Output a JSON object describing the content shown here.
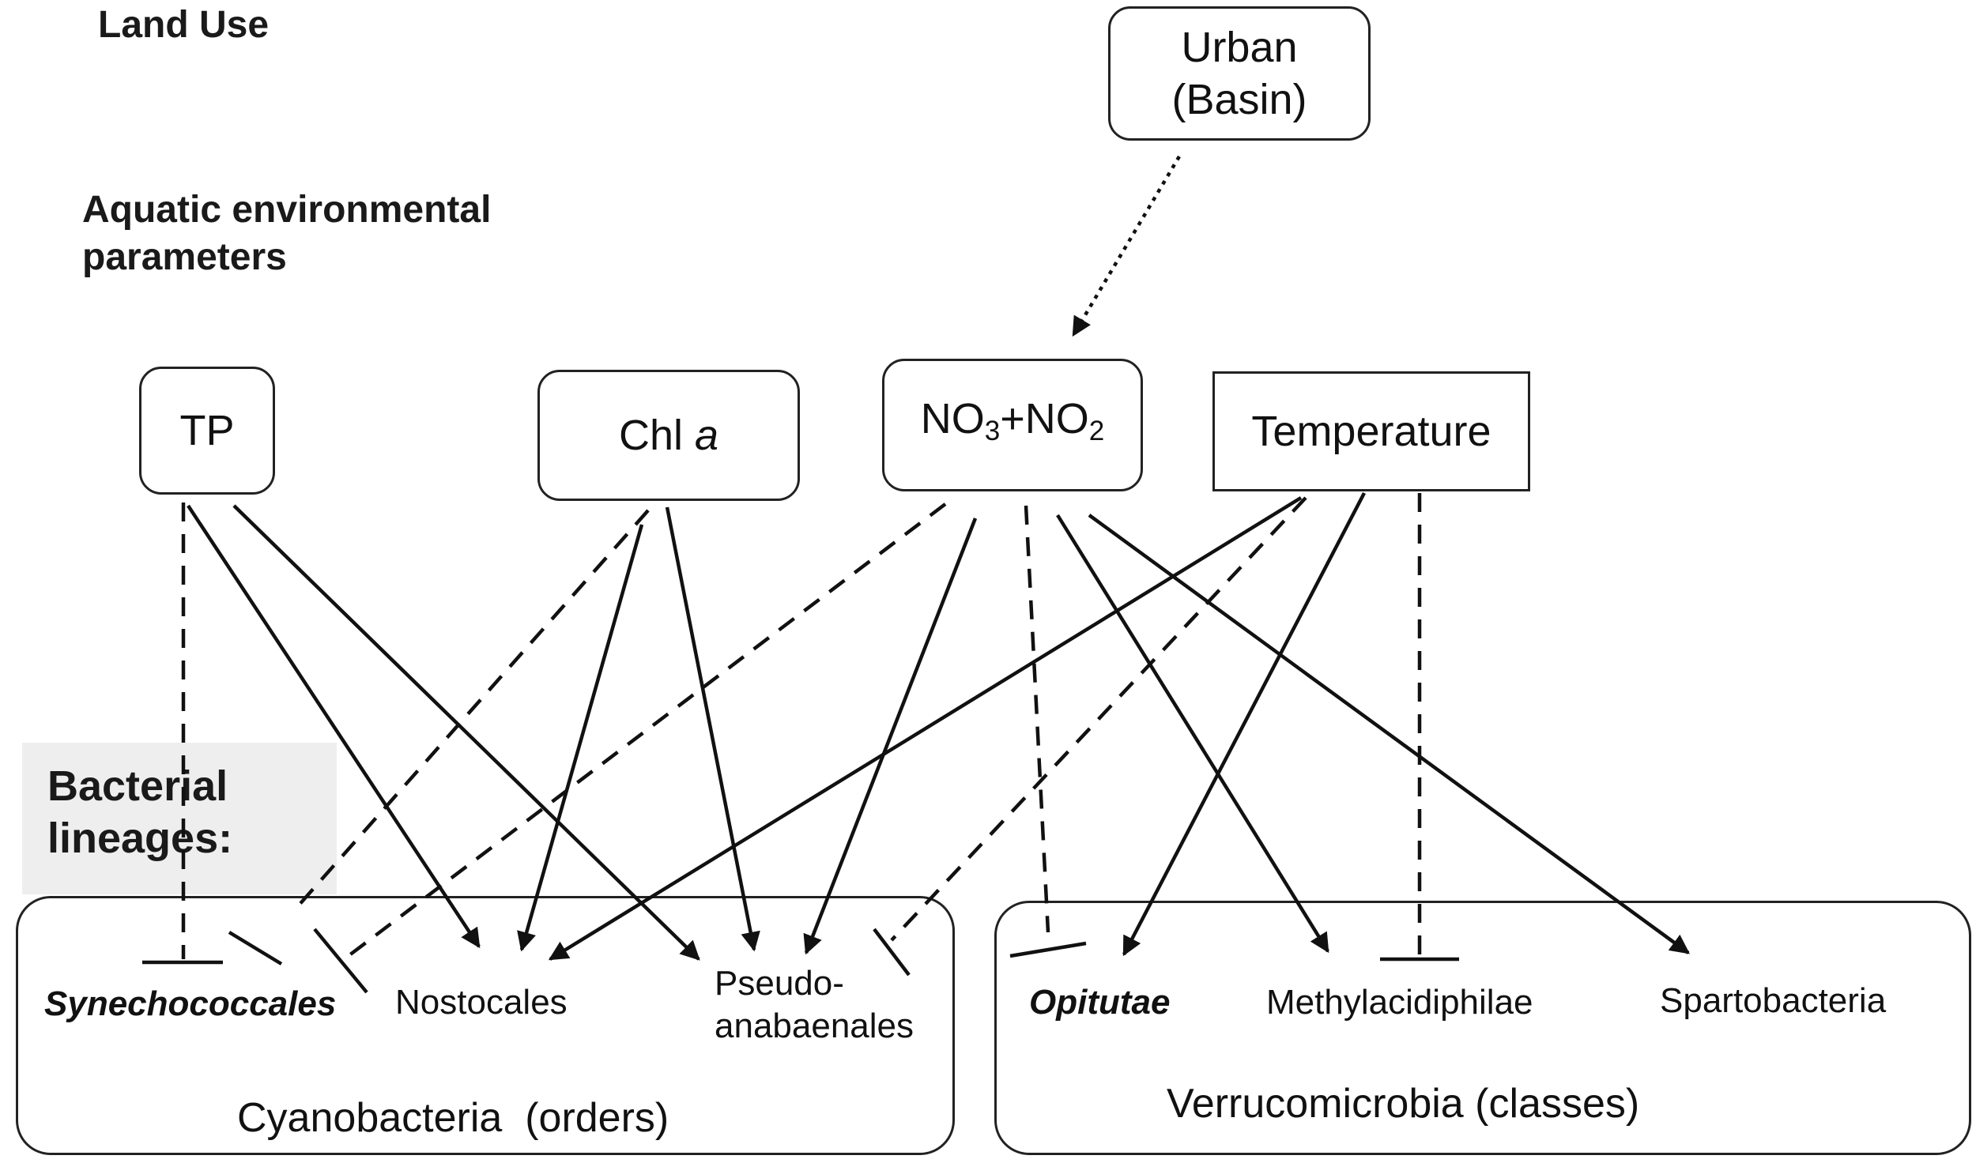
{
  "headings": {
    "land_use": "Land Use",
    "aquatic_line1": "Aquatic environmental",
    "aquatic_line2": "parameters",
    "bacterial_line1": "Bacterial",
    "bacterial_line2": "lineages:"
  },
  "land_use_node": {
    "line1": "Urban",
    "line2": "(Basin)"
  },
  "parameters": {
    "tp": "TP",
    "chl": "Chl ",
    "chl_italic": "a",
    "no3_a": "NO",
    "no3_sub1": "3",
    "no3_b": "+NO",
    "no3_sub2": "2",
    "temperature": "Temperature"
  },
  "cyanobacteria": {
    "group_label": "Cyanobacteria  (orders)",
    "synechococcales": "Synechococcales",
    "nostocales": "Nostocales",
    "pseudo_line1": "Pseudo-",
    "pseudo_line2": "anabaenales"
  },
  "verrucomicrobia": {
    "group_label": "Verrucomicrobia (classes)",
    "opitutae": "Opitutae",
    "methylacidiphilae": "Methylacidiphilae",
    "spartobacteria": "Spartobacteria"
  },
  "relationships": [
    {
      "from": "Urban (Basin)",
      "to": "NO3+NO2",
      "style": "dotted",
      "end": "arrow"
    },
    {
      "from": "TP",
      "to": "Synechococcales",
      "style": "dashed",
      "end": "bar"
    },
    {
      "from": "TP",
      "to": "Nostocales",
      "style": "solid",
      "end": "arrow"
    },
    {
      "from": "TP",
      "to": "Pseudo-anabaenales",
      "style": "solid",
      "end": "arrow"
    },
    {
      "from": "Chl a",
      "to": "Synechococcales",
      "style": "dashed",
      "end": "bar"
    },
    {
      "from": "Chl a",
      "to": "Nostocales",
      "style": "solid",
      "end": "arrow"
    },
    {
      "from": "Chl a",
      "to": "Pseudo-anabaenales",
      "style": "solid",
      "end": "arrow"
    },
    {
      "from": "NO3+NO2",
      "to": "Synechococcales",
      "style": "dashed",
      "end": "bar"
    },
    {
      "from": "NO3+NO2",
      "to": "Pseudo-anabaenales",
      "style": "solid",
      "end": "arrow"
    },
    {
      "from": "NO3+NO2",
      "to": "Opitutae",
      "style": "dashed",
      "end": "bar"
    },
    {
      "from": "NO3+NO2",
      "to": "Methylacidiphilae",
      "style": "solid",
      "end": "arrow"
    },
    {
      "from": "NO3+NO2",
      "to": "Spartobacteria",
      "style": "solid",
      "end": "arrow"
    },
    {
      "from": "Temperature",
      "to": "Nostocales",
      "style": "solid",
      "end": "arrow"
    },
    {
      "from": "Temperature",
      "to": "Pseudo-anabaenales",
      "style": "dashed",
      "end": "bar"
    },
    {
      "from": "Temperature",
      "to": "Opitutae",
      "style": "solid",
      "end": "arrow"
    },
    {
      "from": "Temperature",
      "to": "Methylacidiphilae",
      "style": "dashed",
      "end": "bar"
    }
  ]
}
